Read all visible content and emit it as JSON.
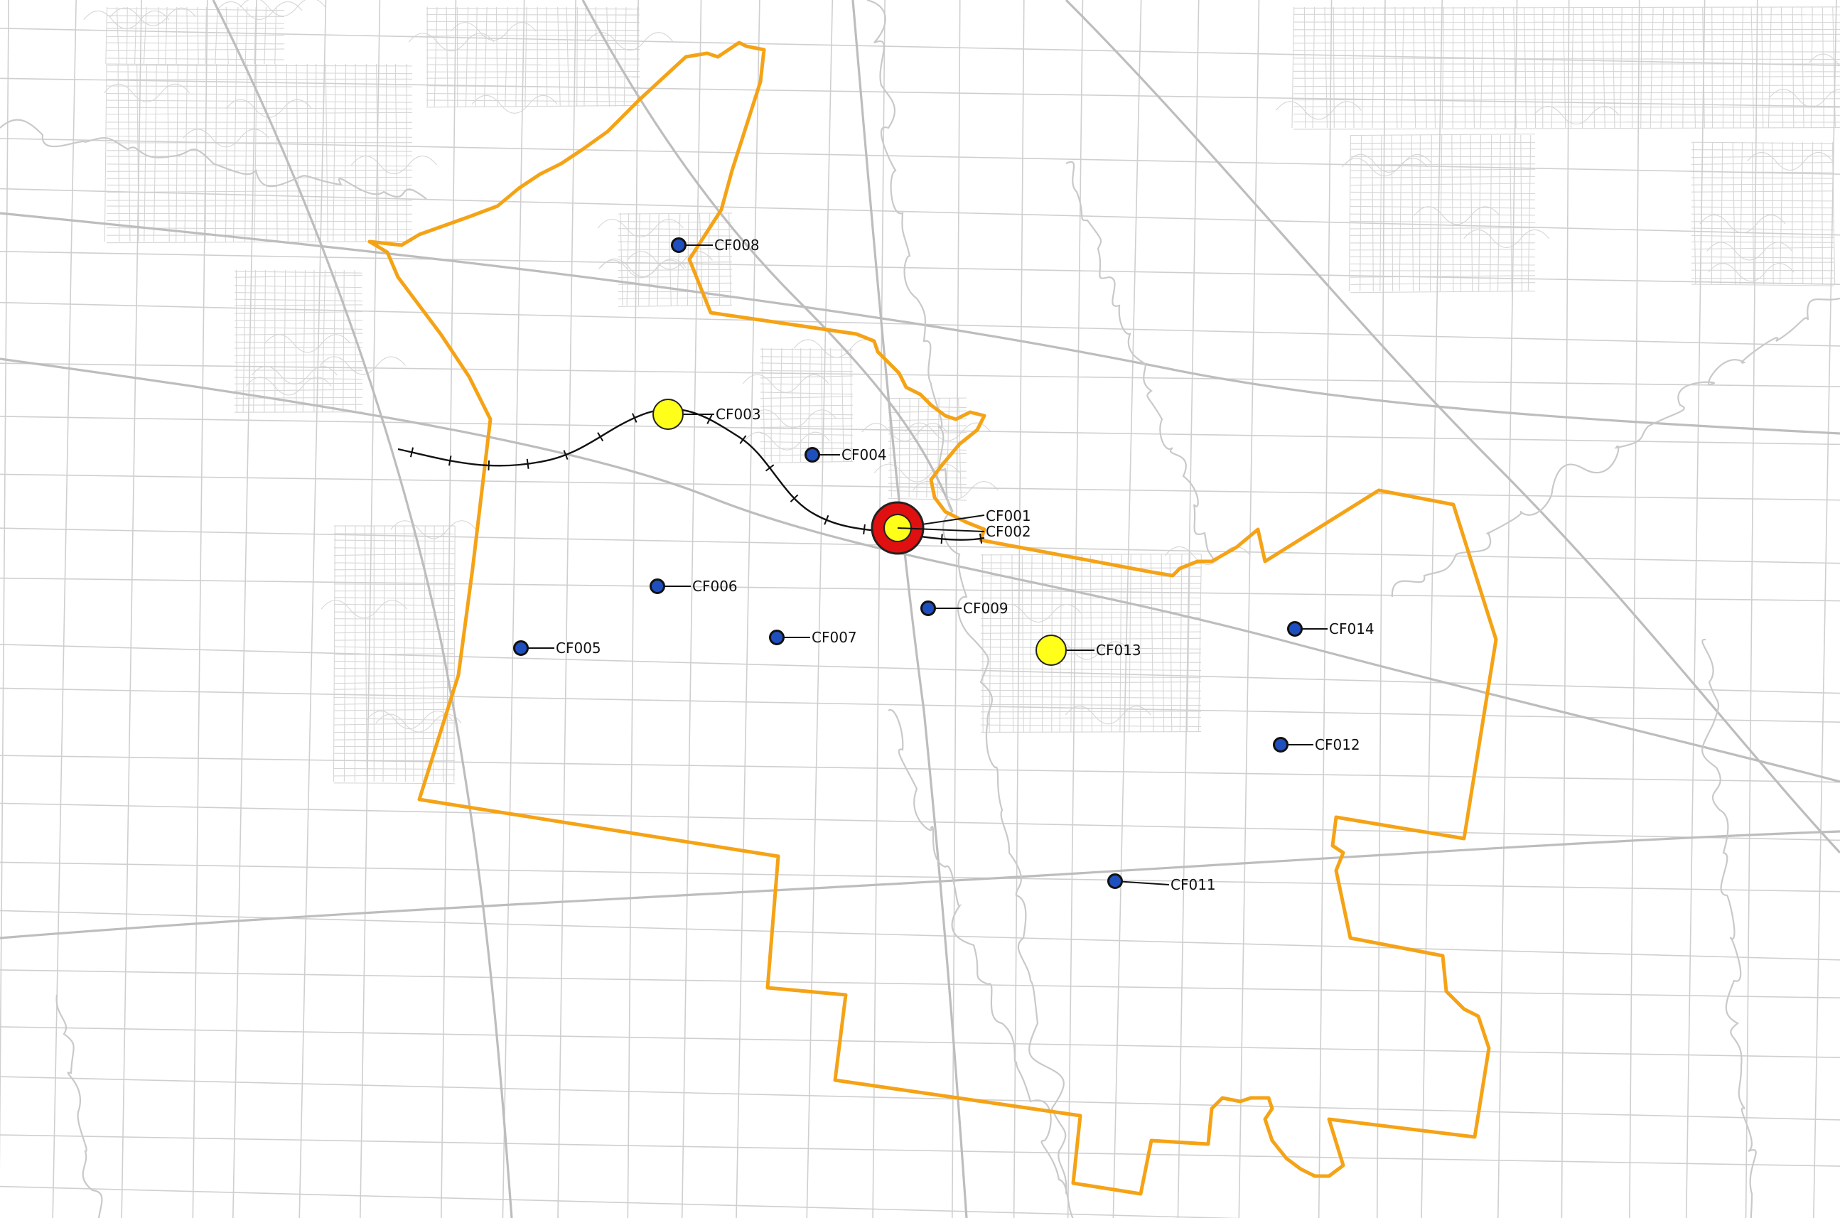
{
  "map": {
    "colors": {
      "background": "#ffffff",
      "roads": "#cfcfcf",
      "major_roads": "#bdbdbd",
      "boundary": "#f5a316",
      "minor_site": "#1f4fbf",
      "moderate_site": "#ffff1a",
      "major_site_ring": "#e01010",
      "line": "#111111"
    },
    "sites": [
      {
        "id": "CF001",
        "label": "CF001",
        "category": "major"
      },
      {
        "id": "CF002",
        "label": "CF002",
        "category": "major"
      },
      {
        "id": "CF003",
        "label": "CF003",
        "category": "moderate"
      },
      {
        "id": "CF004",
        "label": "CF004",
        "category": "minor"
      },
      {
        "id": "CF005",
        "label": "CF005",
        "category": "minor"
      },
      {
        "id": "CF006",
        "label": "CF006",
        "category": "minor"
      },
      {
        "id": "CF007",
        "label": "CF007",
        "category": "minor"
      },
      {
        "id": "CF008",
        "label": "CF008",
        "category": "minor"
      },
      {
        "id": "CF009",
        "label": "CF009",
        "category": "minor"
      },
      {
        "id": "CF011",
        "label": "CF011",
        "category": "minor"
      },
      {
        "id": "CF012",
        "label": "CF012",
        "category": "minor"
      },
      {
        "id": "CF013",
        "label": "CF013",
        "category": "moderate"
      },
      {
        "id": "CF014",
        "label": "CF014",
        "category": "minor"
      }
    ],
    "icons": {
      "minor_site": "blue-dot-marker-icon",
      "moderate_site": "yellow-circle-marker-icon",
      "major_site": "red-ring-marker-icon"
    }
  }
}
